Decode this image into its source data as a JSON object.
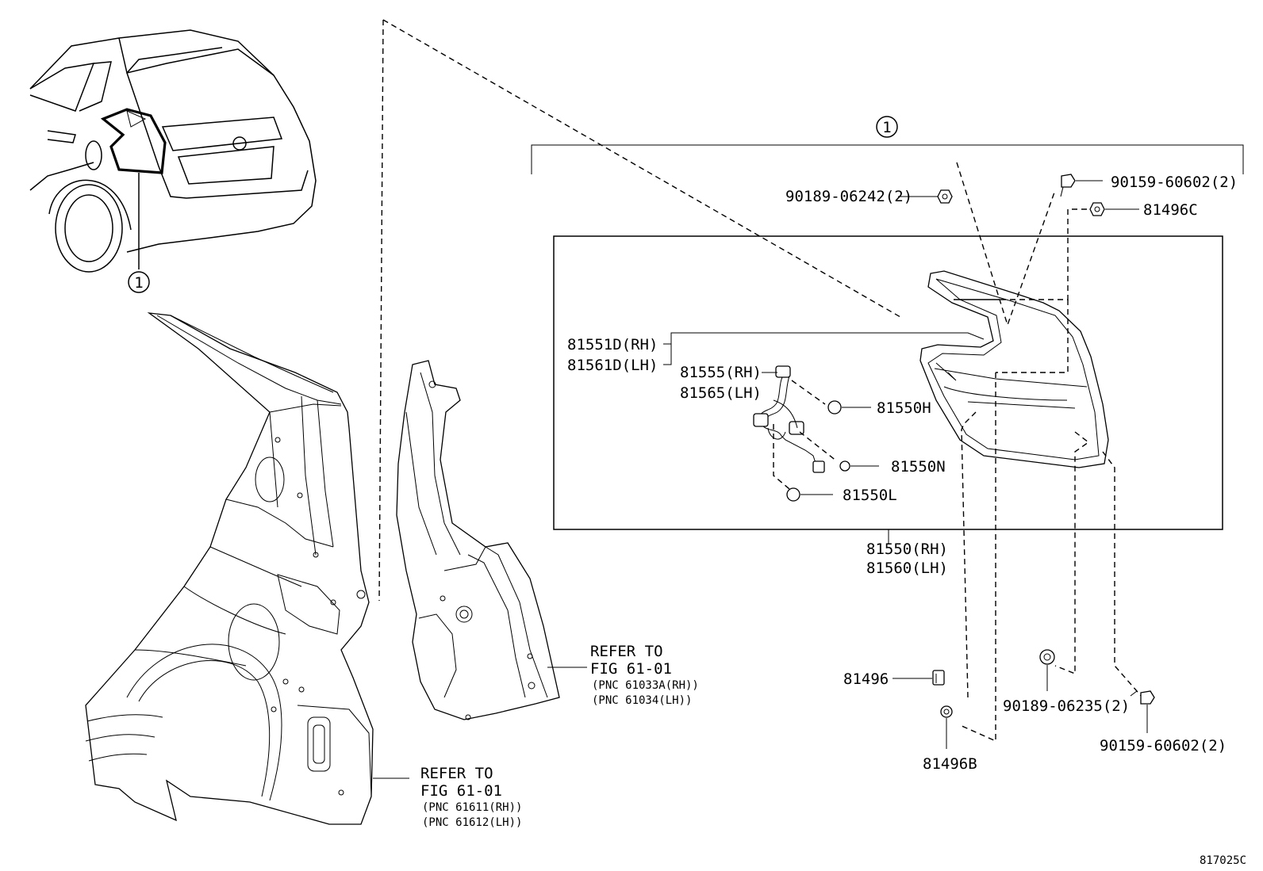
{
  "callout": {
    "number": "1"
  },
  "labels": {
    "p90189_06242": "90189-06242(2)",
    "p90159_60602_top": "90159-60602(2)",
    "p81496C": "81496C",
    "p81551D_RH": "81551D(RH)",
    "p81561D_LH": "81561D(LH)",
    "p81555_RH": "81555(RH)",
    "p81565_LH": "81565(LH)",
    "p81550H": "81550H",
    "p81550N": "81550N",
    "p81550L": "81550L",
    "p81550_RH": "81550(RH)",
    "p81560_LH": "81560(LH)",
    "p81496": "81496",
    "p81496B": "81496B",
    "p90189_06235": "90189-06235(2)",
    "p90159_60602_bottom": "90159-60602(2)"
  },
  "references": {
    "upper": {
      "line1": "REFER TO",
      "line2": "FIG 61-01",
      "line3": "(PNC 61033A(RH))",
      "line4": "(PNC 61034(LH))"
    },
    "lower": {
      "line1": "REFER TO",
      "line2": "FIG 61-01",
      "line3": "(PNC 61611(RH))",
      "line4": "(PNC 61612(LH))"
    }
  },
  "figure_code": "817025C"
}
